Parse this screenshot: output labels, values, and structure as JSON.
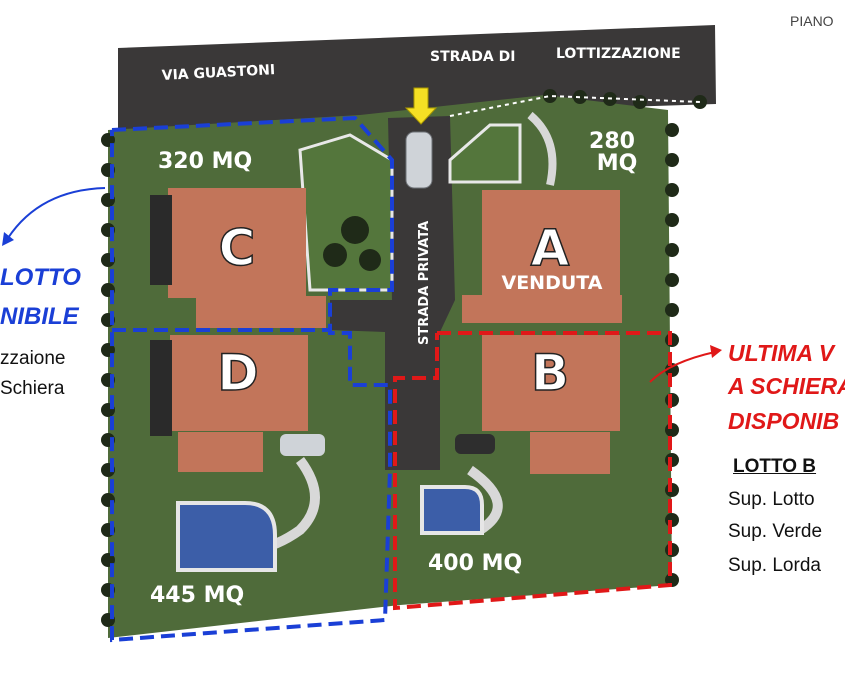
{
  "header": {
    "piano": "PIANO"
  },
  "roads": {
    "via_guastoni": "VIA GUASTONI",
    "strada_di": "STRADA DI",
    "lottizzazione": "LOTTIZZAZIONE",
    "strada_privata": "STRADA PRIVATA"
  },
  "lots": {
    "c": {
      "letter": "C",
      "area": "320 MQ"
    },
    "a": {
      "letter": "A",
      "area_line1": "280",
      "area_line2": "MQ",
      "status": "VENDUTA"
    },
    "d": {
      "letter": "D",
      "area": "445 MQ"
    },
    "b": {
      "letter": "B",
      "area": "400 MQ"
    }
  },
  "left_callout": {
    "line1": "LOTTO",
    "line2": "NIBILE",
    "line3": "zzaione",
    "line4": "Schiera"
  },
  "right_callout": {
    "line1": "ULTIMA V",
    "line2": "A SCHIERA",
    "line3": "DISPONIB",
    "lotto_title": "LOTTO B",
    "sup1": "Sup. Lotto",
    "sup2": "Sup. Verde",
    "sup3": "Sup. Lorda"
  },
  "colors": {
    "blue_boundary": "#1a3fd6",
    "red_boundary": "#e01818",
    "grass": "#4f6b3a",
    "road": "#3a3838",
    "roof": "#c2755a",
    "pool": "#3c5ea8"
  }
}
